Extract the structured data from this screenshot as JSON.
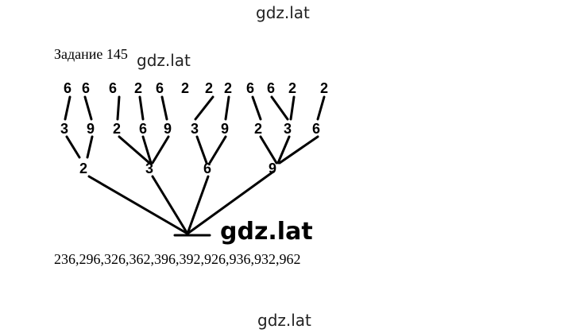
{
  "watermark": "gdz.lat",
  "task_title": "Задание 145",
  "tree": {
    "top_row": [
      "6",
      "6",
      "6",
      "2",
      "6",
      "2",
      "2",
      "2",
      "6",
      "6",
      "2",
      "2"
    ],
    "middle_row": [
      "3",
      "9",
      "2",
      "6",
      "9",
      "3",
      "9",
      "2",
      "3",
      "6"
    ],
    "bottom_row": [
      "2",
      "3",
      "6",
      "9"
    ]
  },
  "result_numbers": "236,296,326,362,396,392,926,936,932,962"
}
